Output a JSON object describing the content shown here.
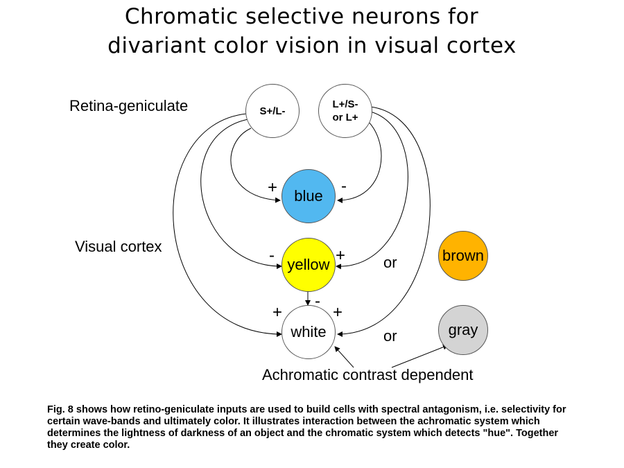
{
  "title": {
    "line1": "Chromatic selective neurons for",
    "line2": "divariant color vision in visual cortex"
  },
  "labels": {
    "retina_geniculate": "Retina-geniculate",
    "visual_cortex": "Visual cortex",
    "achromatic": "Achromatic contrast dependent",
    "or_top": "or",
    "or_bottom": "or"
  },
  "nodes": {
    "s_plus": "S+/L-",
    "l_plus_line1": "L+/S-",
    "l_plus_line2": "or L+",
    "blue": "blue",
    "yellow": "yellow",
    "white": "white",
    "brown": "brown",
    "gray": "gray"
  },
  "signs": {
    "blue_left": "+",
    "blue_right": "-",
    "yellow_left": "-",
    "yellow_right": "+",
    "white_left": "+",
    "white_top": "-",
    "white_right": "+"
  },
  "colors": {
    "blue": "#52b8f0",
    "yellow": "#ffff00",
    "brown": "#ffb300",
    "gray": "#d4d4d4",
    "white": "#ffffff"
  },
  "caption": "Fig. 8 shows how retino-geniculate inputs are used to build cells with spectral antagonism, i.e. selectivity for certain wave-bands and ultimately color. It illustrates interaction between the achromatic system which determines the lightness of darkness of an object and the chromatic system which detects \"hue\". Together they create color."
}
